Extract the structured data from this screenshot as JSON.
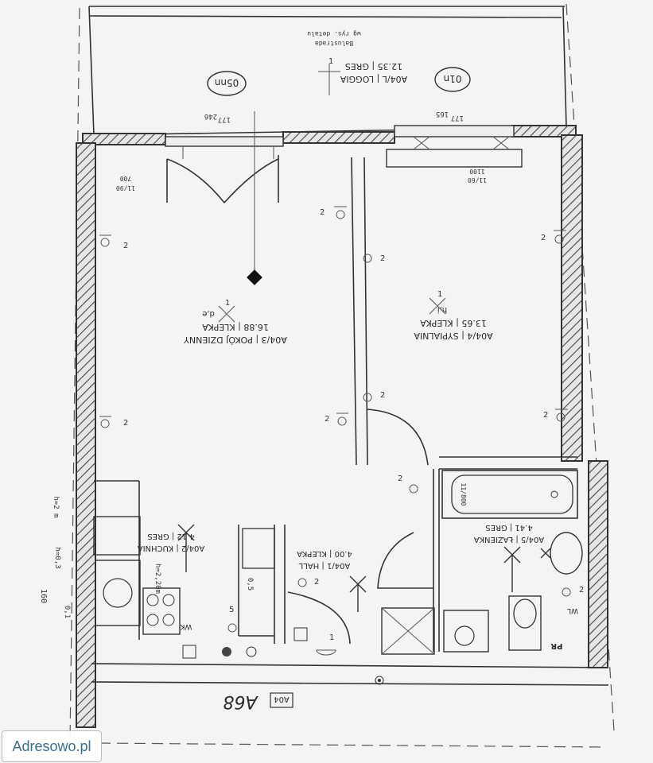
{
  "watermark": "Adresowo.pl",
  "rooms": {
    "living": {
      "code": "A04/3",
      "name": "POKÓJ DZIENNY",
      "area": "16.88",
      "floor": "KLEPKA",
      "mark": "d,e"
    },
    "bedroom": {
      "code": "A04/4",
      "name": "SYPIALNIA",
      "area": "13.65",
      "floor": "KLEPKA",
      "mark": "h,i"
    },
    "loggia": {
      "code": "A04/L",
      "name": "LOGGIA",
      "area": "12.35",
      "floor": "GRES"
    },
    "kitchen": {
      "code": "A04/2",
      "name": "KUCHNIA",
      "area": "4.12",
      "floor": "GRES"
    },
    "hall": {
      "code": "A04/1",
      "name": "HALL",
      "area": "4.00",
      "floor": "KLEPKA"
    },
    "bathroom": {
      "code": "A04/5",
      "name": "ŁAZIENKA",
      "area": "4.41",
      "floor": "GRES"
    }
  },
  "windows": {
    "left": {
      "id": "05nn",
      "a": "177",
      "b": "246",
      "size": "11/90",
      "width": "700"
    },
    "right": {
      "id": "01n",
      "a": "177",
      "b": "165",
      "size": "11/60",
      "width": "1100"
    }
  },
  "bath_tub": "11/800",
  "balustrade": "Balustrada",
  "balustrade_note": "wg rys. detalu",
  "unit_label": "A04",
  "handwritten": "A68",
  "notes": {
    "kitchen_h": "h=2,20m",
    "wall_h1": "h=2 m",
    "wall_h2": "h=0,3",
    "dim_160": "160",
    "dim_01": "0,1",
    "dim_05": "0,5",
    "kitchen_wk": "WK",
    "bath_wl": "WL",
    "bath_pr": "PR"
  },
  "sockets": [
    "2",
    "2",
    "2",
    "2",
    "2",
    "2",
    "2",
    "2",
    "2",
    "2",
    "2",
    "5",
    "1",
    "1",
    "1",
    "1"
  ]
}
